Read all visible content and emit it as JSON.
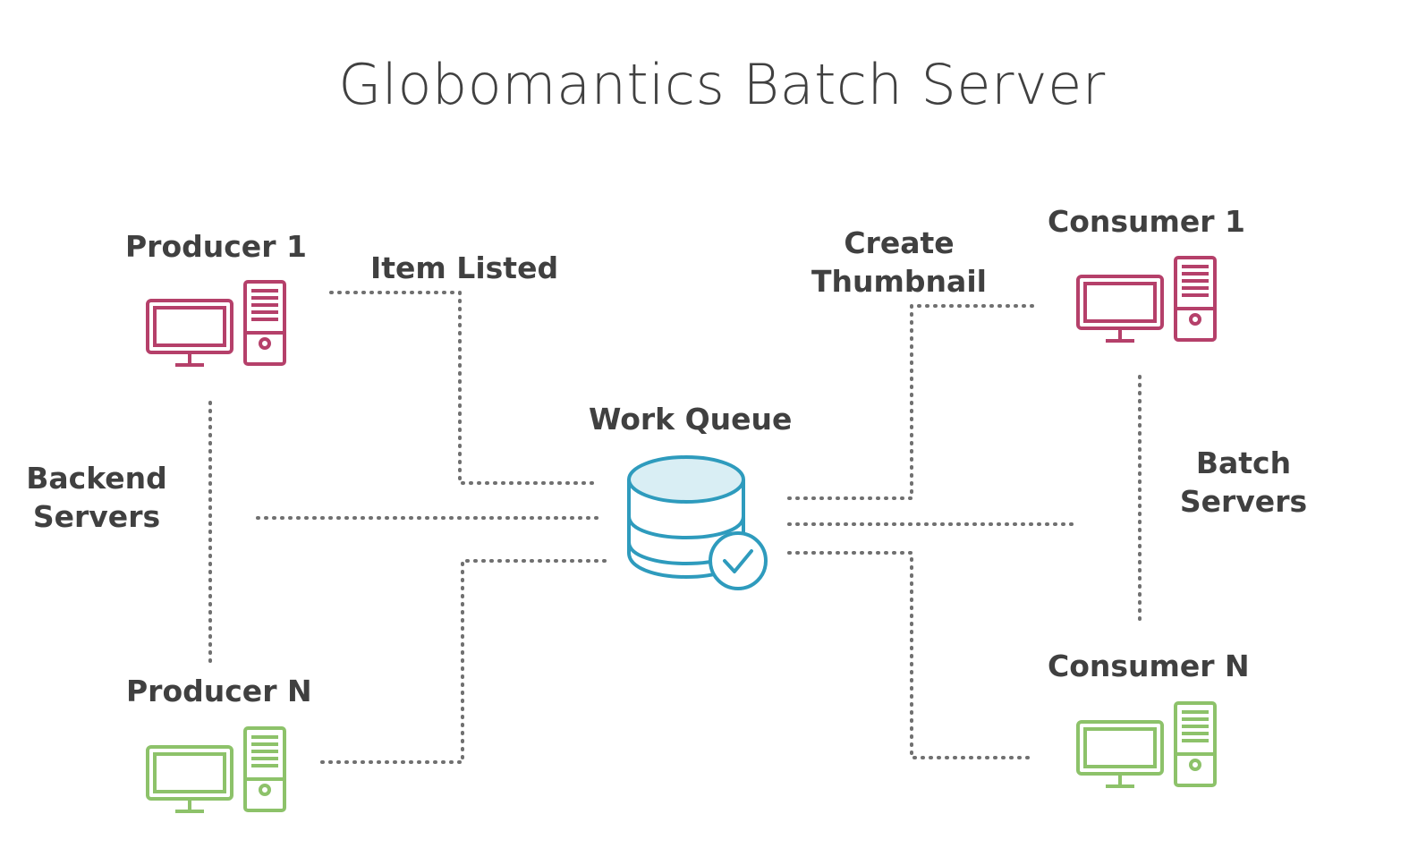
{
  "title": "Globomantics Batch Server",
  "labels": {
    "producer_1": "Producer 1",
    "producer_n": "Producer N",
    "backend_servers_line1": "Backend",
    "backend_servers_line2": "Servers",
    "item_listed": "Item Listed",
    "work_queue": "Work Queue",
    "create_thumbnail_line1": "Create",
    "create_thumbnail_line2": "Thumbnail",
    "consumer_1": "Consumer 1",
    "consumer_n": "Consumer N",
    "batch_servers_line1": "Batch",
    "batch_servers_line2": "Servers"
  },
  "colors": {
    "producer_1": "#b5406a",
    "consumer_1": "#b5406a",
    "producer_n": "#8dc26a",
    "consumer_n": "#8dc26a",
    "queue": "#2e9bbd",
    "queue_fill": "#d9eef4",
    "connector": "#707070",
    "text": "#404040"
  },
  "icons": {
    "producer_1": "desktop-computer-icon",
    "producer_n": "desktop-computer-icon",
    "consumer_1": "desktop-computer-icon",
    "consumer_n": "desktop-computer-icon",
    "work_queue": "database-check-icon"
  }
}
